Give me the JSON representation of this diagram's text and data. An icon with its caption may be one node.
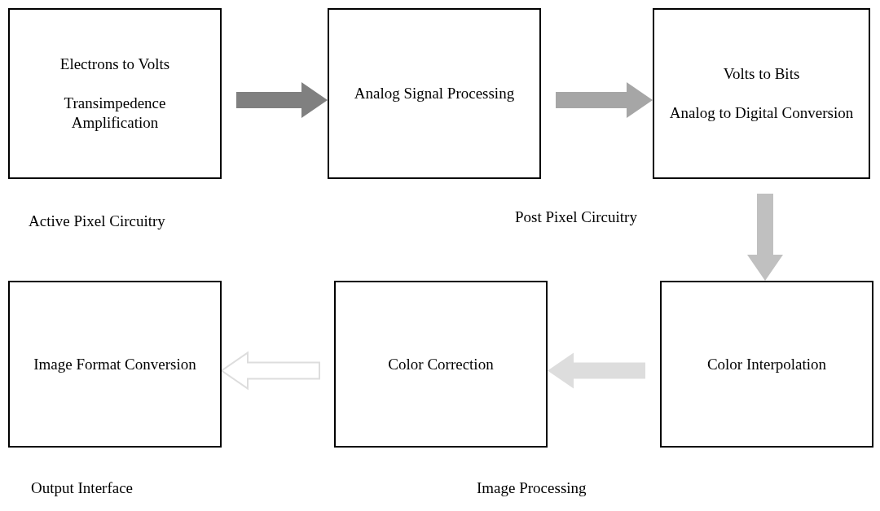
{
  "diagram": {
    "nodes": [
      {
        "text": [
          "Electrons to Volts",
          "Transimpedence Amplification"
        ]
      },
      {
        "text": [
          "Analog Signal Processing"
        ]
      },
      {
        "text": [
          "Volts to Bits",
          "Analog to Digital Conversion"
        ]
      },
      {
        "text": [
          "Color Interpolation"
        ]
      },
      {
        "text": [
          "Color Correction"
        ]
      },
      {
        "text": [
          "Image Format Conversion"
        ]
      }
    ],
    "edges": [
      {
        "from": 0,
        "to": 1,
        "arrow": "to",
        "style": "thick",
        "color": "#808080"
      },
      {
        "from": 1,
        "to": 2,
        "arrow": "to",
        "style": "thick",
        "color": "#a6a6a6"
      },
      {
        "from": 2,
        "to": 3,
        "arrow": "to",
        "style": "thick",
        "color": "#c0c0c0"
      },
      {
        "from": 3,
        "to": 4,
        "arrow": "to",
        "style": "thick",
        "color": "#dddddd"
      },
      {
        "from": 4,
        "to": 5,
        "arrow": "to",
        "color": "#dddddd"
      }
    ],
    "labels": [
      "Active Pixel Circuitry",
      "Post Pixel Circuitry",
      "Output Interface",
      "Image Processing"
    ]
  }
}
